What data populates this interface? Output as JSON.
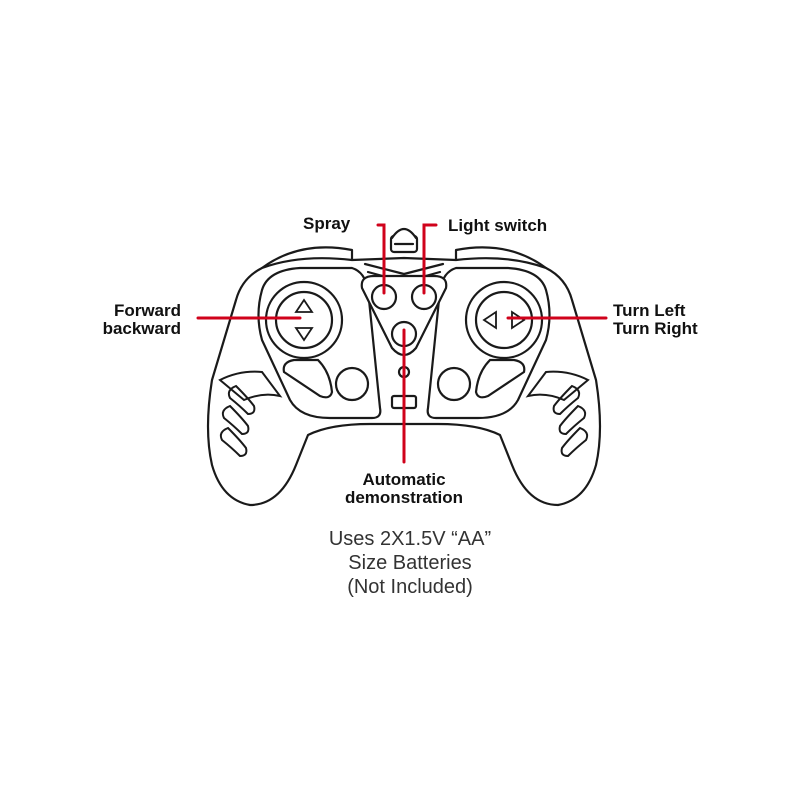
{
  "labels": {
    "spray": "Spray",
    "light_switch": "Light switch",
    "forward": "Forward",
    "backward": "backward",
    "turn_left": "Turn Left",
    "turn_right": "Turn Right",
    "automatic": "Automatic",
    "demonstration": "demonstration"
  },
  "battery_note": {
    "line1": "Uses 2X1.5V “AA”",
    "line2": "Size Batteries",
    "line3": "(Not Included)"
  },
  "colors": {
    "callout_line": "#d0021b",
    "outline": "#1a1a1a",
    "label_text": "#111111",
    "note_text": "#333333"
  },
  "icons": {
    "left_joystick": "up-down-arrows-icon",
    "right_joystick": "left-right-arrows-icon"
  }
}
